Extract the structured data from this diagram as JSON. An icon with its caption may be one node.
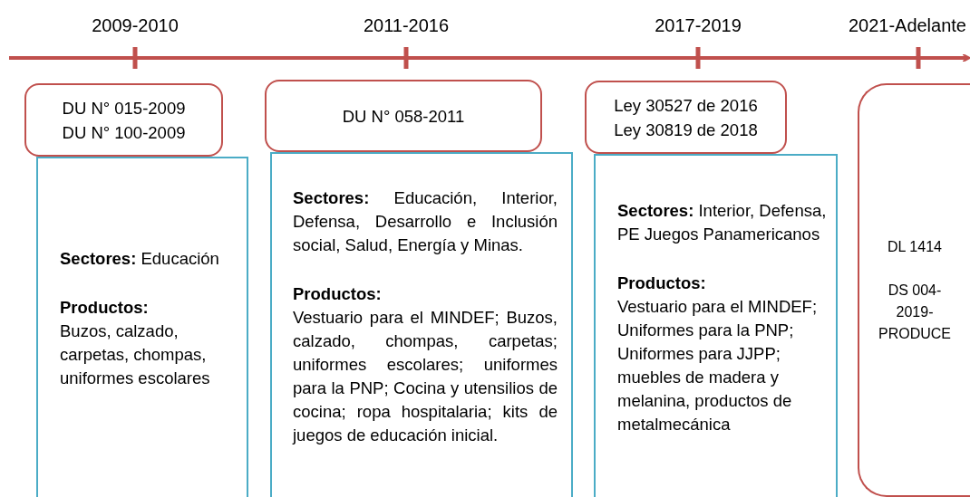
{
  "diagram": {
    "nodes": [
      {
        "text": [
          "DU N° 015-2009",
          "DU N° 100-2009"
        ]
      },
      {
        "text": [
          "**Sectores:** Educación",
          "Productos:",
          "Buzos, calzado, carpetas, chompas, uniformes escolares"
        ]
      },
      {
        "text": [
          "DU N° 058-2011"
        ]
      },
      {
        "text": [
          "**Sectores:** Educación, Interior, Defensa, Desarrollo e Inclusión social, Salud, Energía y Minas.",
          "Productos:",
          "Vestuario para el MINDEF; Buzos, calzado, chompas, carpetas; uniformes escolares; uniformes para la PNP; Cocina y utensilios de cocina; ropa hospitalaria; kits de juegos de educación inicial."
        ]
      },
      {
        "text": [
          "Ley 30527 de 2016",
          "Ley 30819 de 2018"
        ]
      },
      {
        "text": [
          "**Sectores:** Interior, Defensa, PE Juegos Panamericanos",
          "Productos:",
          "Vestuario para el MINDEF; Uniformes para la PNP; Uniformes para JJPP; muebles de madera y melanina, productos de metalmecánica"
        ]
      },
      {
        "text": [
          "DL 1414",
          "DS 004-2019-PRODUCE"
        ]
      }
    ],
    "labels": [
      "2009-2010",
      "2011-2016",
      "2017-2019",
      "2021-Adelante"
    ]
  }
}
